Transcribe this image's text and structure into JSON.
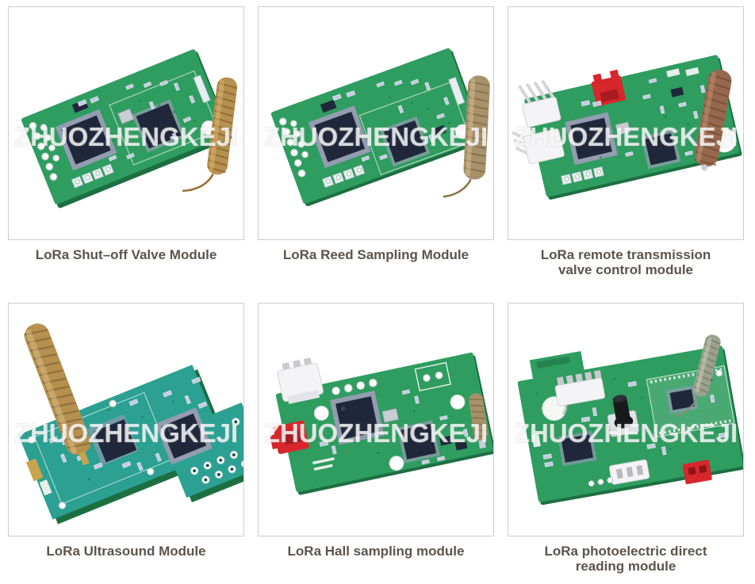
{
  "page": {
    "background": "#ffffff"
  },
  "watermark": "ZHUOZHENGKEJI",
  "colors": {
    "card_border": "#cccccc",
    "caption_text": "#5d534b",
    "pcb_green": "#2f9c60",
    "pcb_green_edge": "#1c6f41",
    "pcb_teal": "#2ba093",
    "pcb_module": "#4aa973",
    "chip": "#20273b",
    "chip_pins": "#949cb0",
    "antenna_copper": "#b6904f",
    "antenna_tan": "#a8916a",
    "antenna_brown": "#97684d",
    "antenna_silver": "#9aa18c",
    "connector_white": "#f4f4f6",
    "connector_red": "#d7262c"
  },
  "products": [
    {
      "name": "LoRa Shut–off Valve Module"
    },
    {
      "name": "LoRa Reed Sampling Module"
    },
    {
      "name": "LoRa remote transmission valve control module"
    },
    {
      "name": "LoRa Ultrasound Module"
    },
    {
      "name": "LoRa Hall sampling module"
    },
    {
      "name": "LoRa photoelectric direct reading module"
    }
  ]
}
